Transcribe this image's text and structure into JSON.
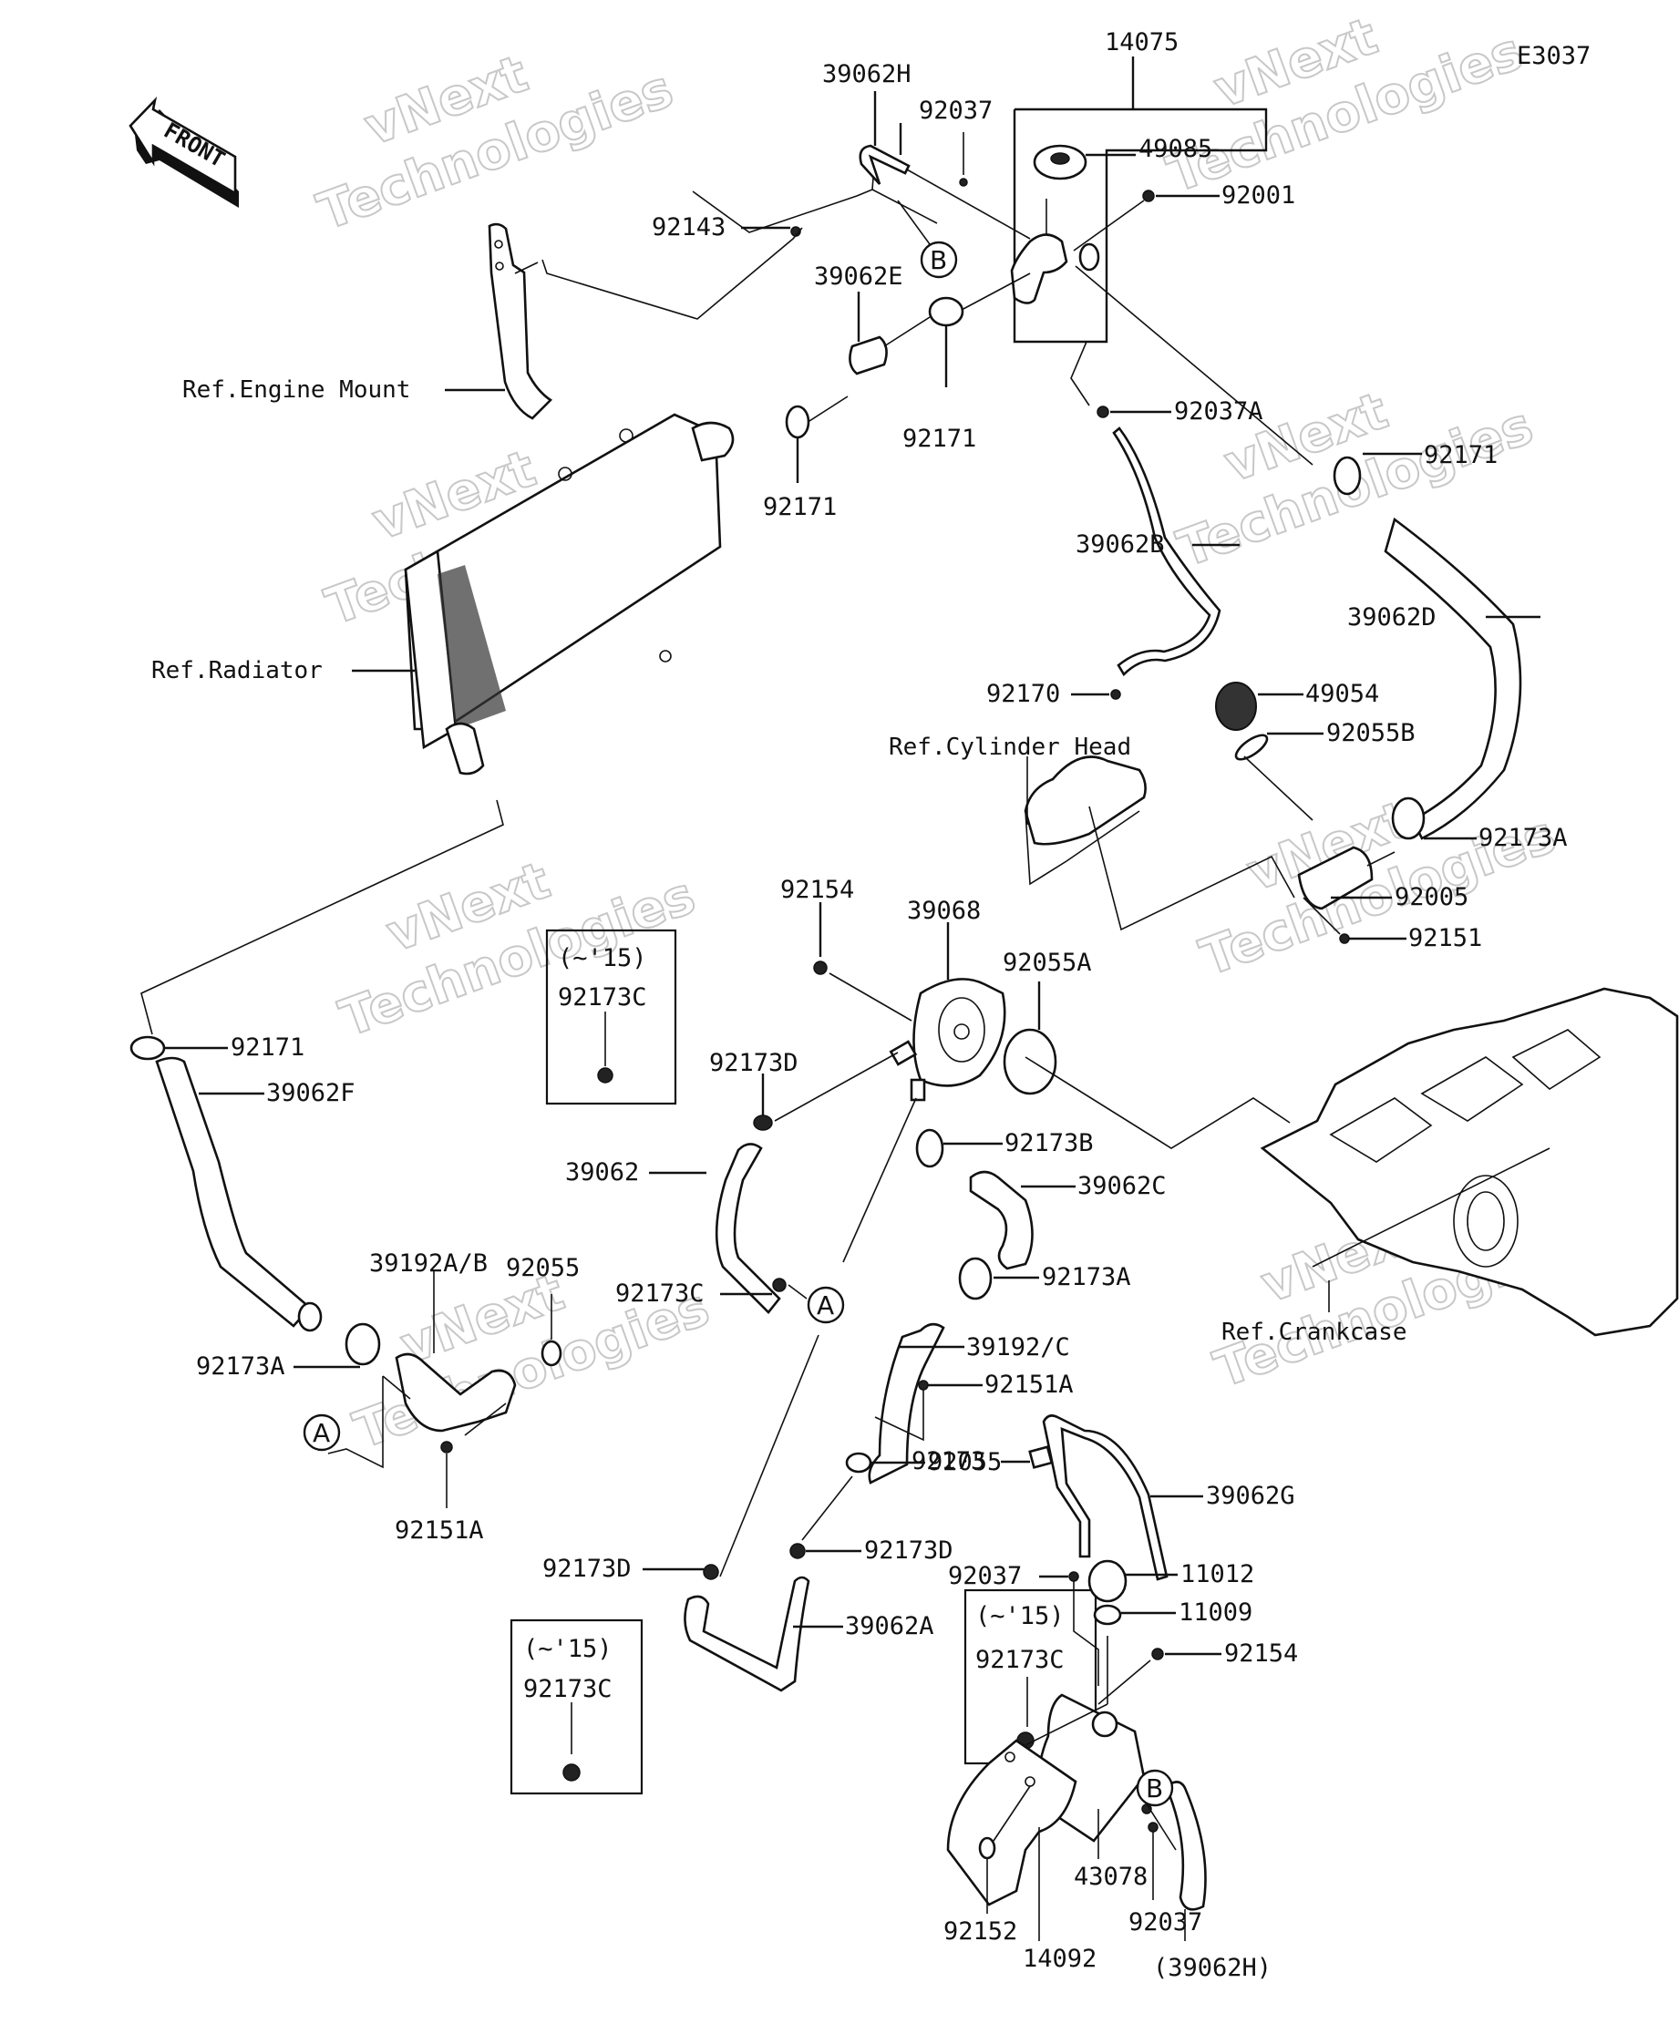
{
  "diagram": {
    "code": "E3037",
    "front_arrow_label": "FRONT",
    "watermark_line1": "vNext",
    "watermark_line2": "Technologies",
    "references": {
      "engine_mount": "Ref.Engine Mount",
      "radiator": "Ref.Radiator",
      "cylinder_head": "Ref.Cylinder Head",
      "crankcase": "Ref.Crankcase"
    },
    "callouts": {
      "A": "A",
      "B": "B"
    },
    "variant_boxes": [
      {
        "note": "(~'15)",
        "part": "92173C"
      },
      {
        "note": "(~'15)",
        "part": "92173C"
      },
      {
        "note": "(~'15)",
        "part": "92173C"
      }
    ],
    "parts": {
      "p14075": "14075",
      "p49085": "49085",
      "p92001": "92001",
      "p39062H": "39062H",
      "p92037_top": "92037",
      "p92143": "92143",
      "p39062E": "39062E",
      "p92171_a": "92171",
      "p92171_b": "92171",
      "p92171_c": "92171",
      "p92171_d": "92171",
      "p92037A": "92037A",
      "p39062B": "39062B",
      "p39062D": "39062D",
      "p92170": "92170",
      "p49054": "49054",
      "p92055B": "92055B",
      "p92173A_top": "92173A",
      "p92005": "92005",
      "p92151": "92151",
      "p92154_mid": "92154",
      "p39068": "39068",
      "p92055A": "92055A",
      "p92173D_mid": "92173D",
      "p39062": "39062",
      "p92173C_mid": "92173C",
      "p39062F": "39062F",
      "p39192AB": "39192A/B",
      "p92055_left": "92055",
      "p92173A_left": "92173A",
      "p92151A_left": "92151A",
      "p92173B": "92173B",
      "p39062C": "39062C",
      "p92173A_mid": "92173A",
      "p39192C": "39192/C",
      "p92151A_mid": "92151A",
      "p92055_mid": "92055",
      "p92173D_low": "92173D",
      "p92173D_lowleft": "92173D",
      "p39062A": "39062A",
      "p92173": "92173",
      "p39062G": "39062G",
      "p92037_low": "92037",
      "p11012": "11012",
      "p11009": "11009",
      "p92154_low": "92154",
      "p43078": "43078",
      "p92152": "92152",
      "p14092": "14092",
      "p92037_bottom": "92037",
      "p39062H_ref": "(39062H)"
    }
  }
}
